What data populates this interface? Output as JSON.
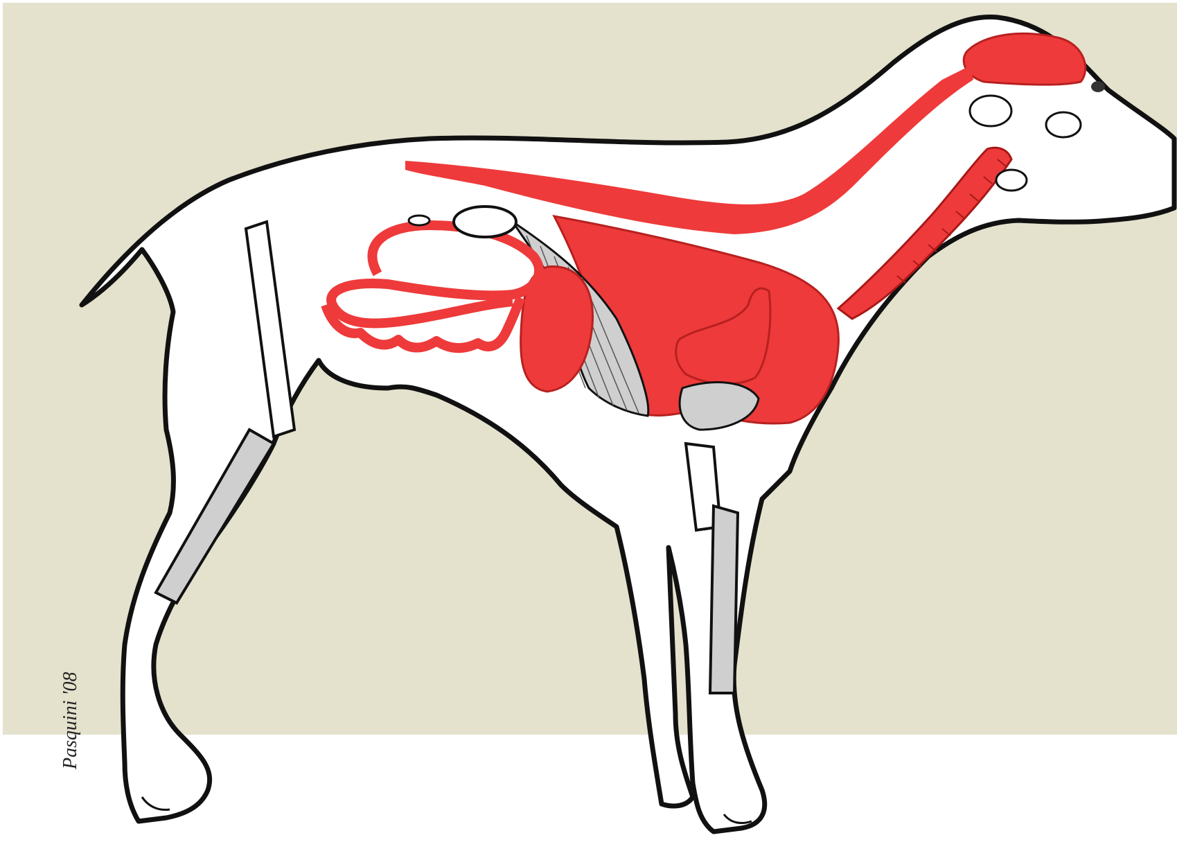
{
  "illustration": {
    "subject": "dog-anatomy-side-view",
    "artist_signature": "Pasquini '08",
    "colors": {
      "backdrop": "#e4e2cd",
      "floor": "#ffffff",
      "body_fill": "#ffffff",
      "outline": "#111111",
      "organ_red": "#ee3a3a",
      "muscle_grey": "#cfcfcf"
    },
    "organs_highlighted": [
      "brain",
      "spinal-cord",
      "esophagus",
      "liver",
      "heart",
      "intestines",
      "stomach"
    ]
  }
}
